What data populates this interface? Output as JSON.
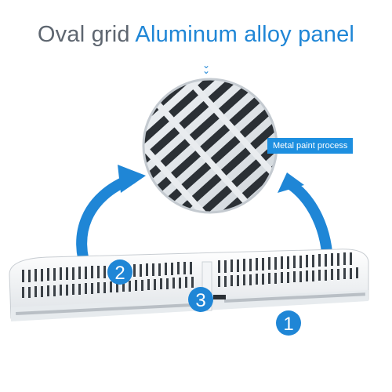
{
  "headline": {
    "part1": "Oval grid",
    "part2": "Aluminum alloy panel"
  },
  "callout": {
    "text": "Metal paint process"
  },
  "badges": {
    "one": "1",
    "two": "2",
    "three": "3"
  },
  "colors": {
    "brand_blue": "#1f86d6",
    "heading_grey": "#5e6670",
    "panel_white": "#f4f6f8"
  }
}
